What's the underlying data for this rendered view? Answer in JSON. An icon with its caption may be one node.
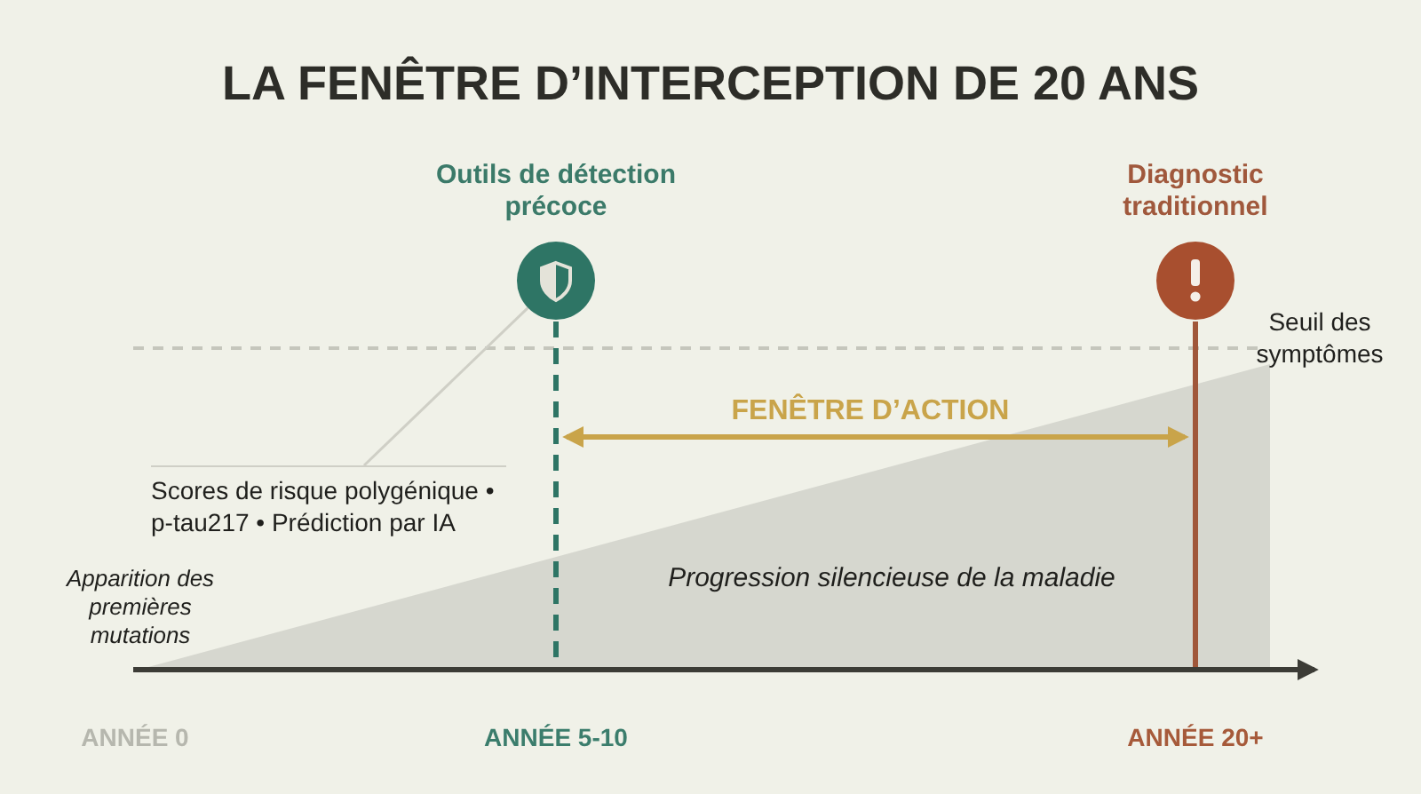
{
  "diagram": {
    "title": "LA FENÊTRE D’INTERCEPTION DE 20 ANS",
    "nodes": [
      {
        "text": [
          "Outils de détection précoce"
        ]
      },
      {
        "text": [
          "Diagnostic traditionnel"
        ]
      },
      {
        "text": [
          "Scores de risque polygénique • p-tau217 • Prédiction par IA"
        ]
      }
    ],
    "edges": [
      {
        "from": 2,
        "to": 0,
        "arrow": "none"
      }
    ],
    "labels": [
      "Seuil des symptômes",
      "FENÊTRE D’ACTION",
      "Apparition des premières mutations",
      "Progression silencieuse de la maladie",
      "ANNÉE 0",
      "ANNÉE 5-10",
      "ANNÉE 20+"
    ]
  }
}
